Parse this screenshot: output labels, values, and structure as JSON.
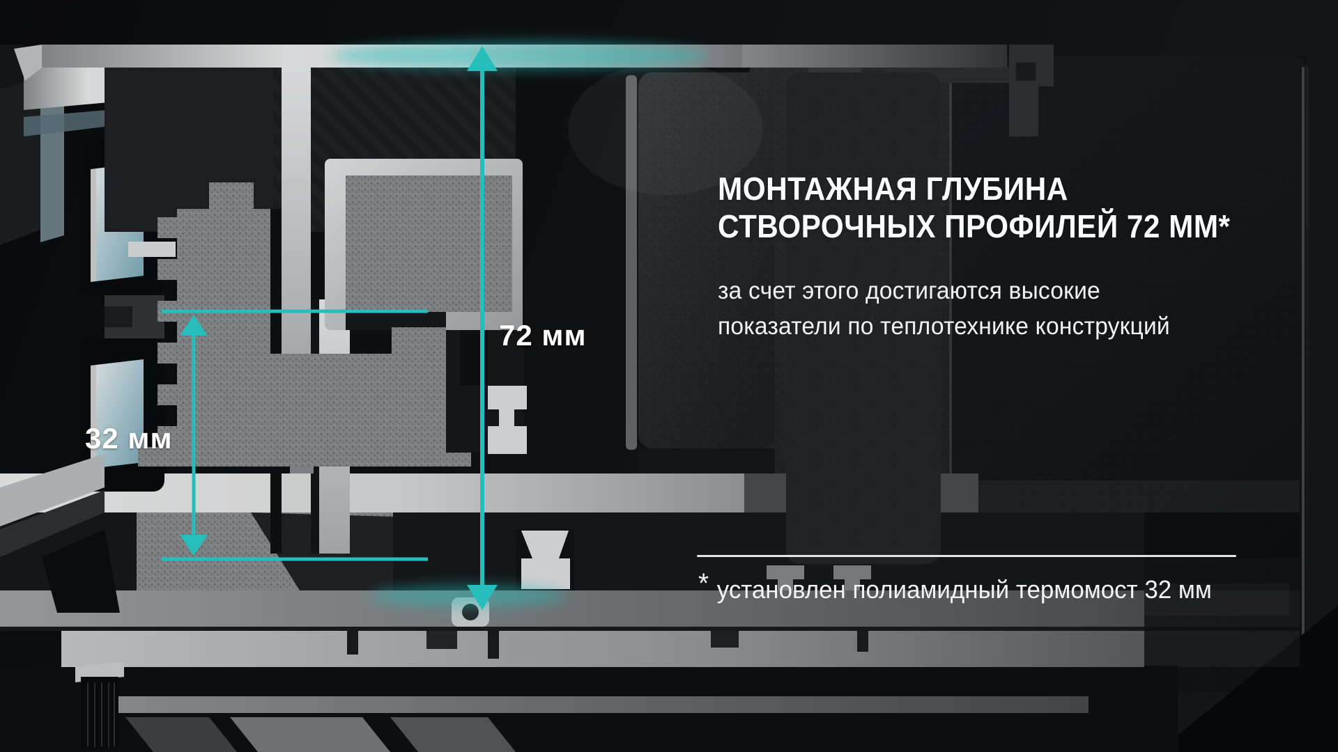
{
  "colors": {
    "accent_cyan": "#2bd6d3",
    "text_white": "#f5f6f7",
    "background_dark": "#101214"
  },
  "diagram": {
    "depth_dimension_label": "72 мм",
    "thermal_break_dimension_label": "32 мм"
  },
  "info_panel": {
    "title_line1": "МОНТАЖНАЯ ГЛУБИНА",
    "title_line2": "СТВОРОЧНЫХ ПРОФИЛЕЙ 72 ММ*",
    "description_line1": "за счет этого достигаются высокие",
    "description_line2": "показатели по теплотехнике конструкций",
    "footnote_marker": "*",
    "footnote_text": "установлен полиамидный термомост 32 мм"
  }
}
